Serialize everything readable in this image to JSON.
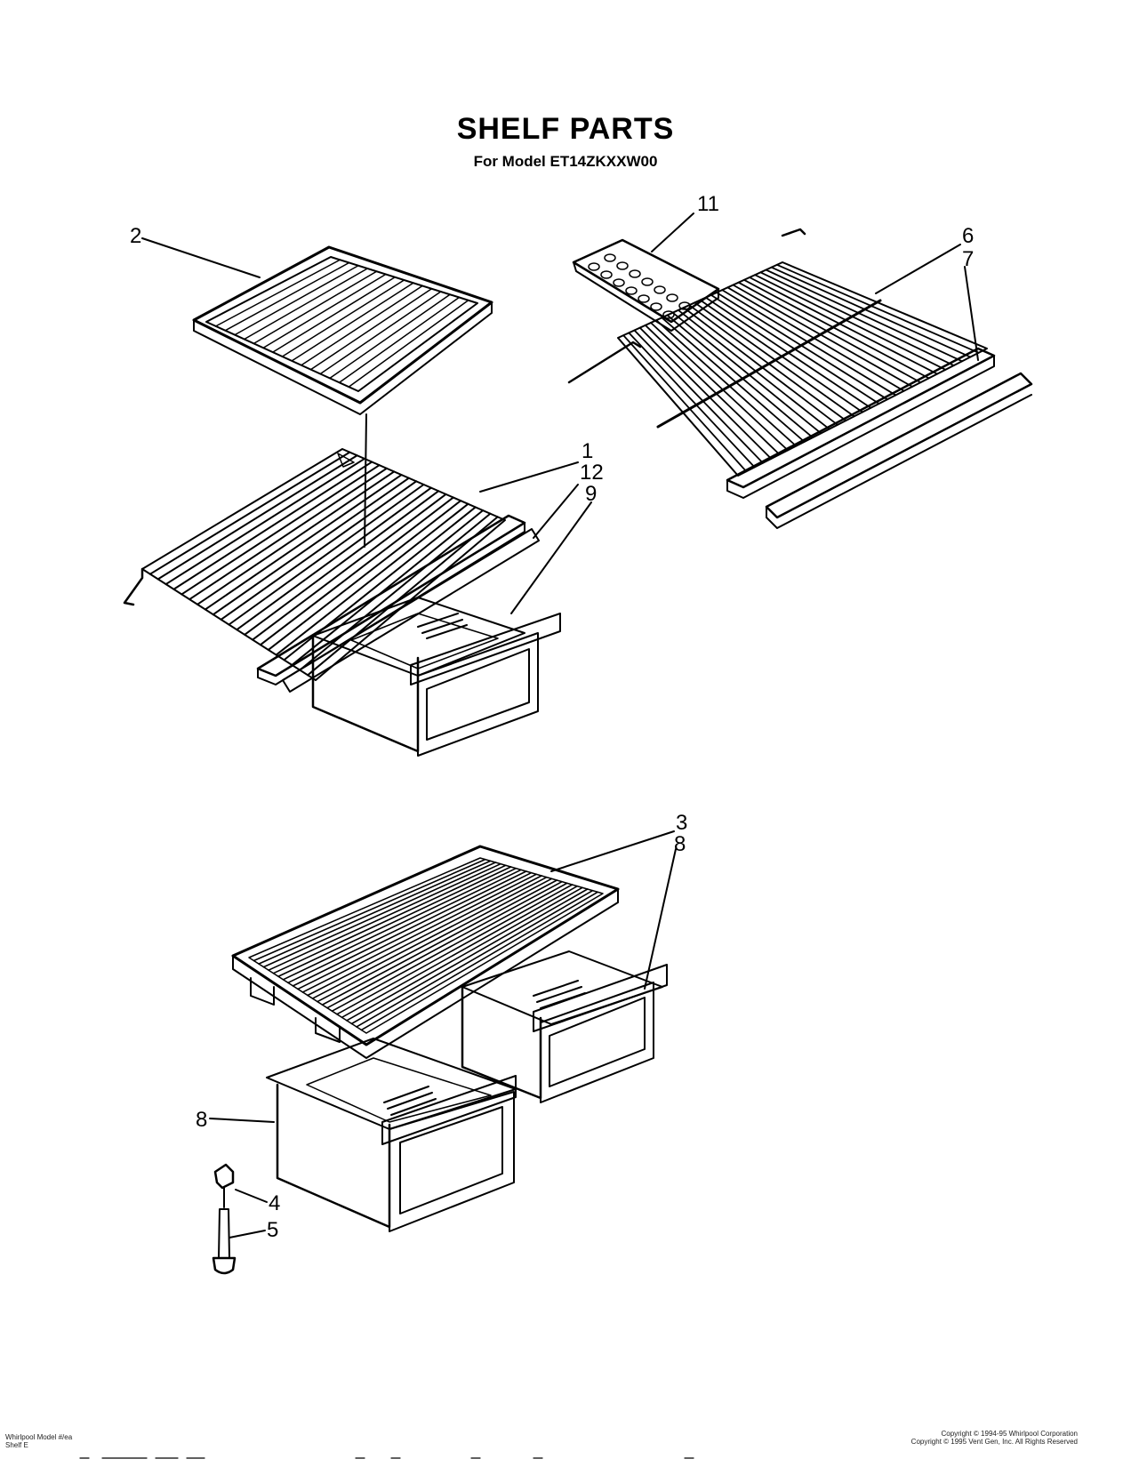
{
  "header": {
    "title": "SHELF PARTS",
    "subtitle": "For Model ET14ZKXXW00"
  },
  "callouts": [
    "11",
    "2",
    "6",
    "7",
    "1",
    "12",
    "9",
    "3",
    "8",
    "8",
    "4",
    "5"
  ],
  "footer": {
    "left_line1": "Whirlpool Model #/ea",
    "left_line2": "Shelf E",
    "right_line1": "Copyright © 1994-95 Whirlpool Corporation",
    "right_line2": "Copyright © 1995 Vent Gen, Inc. All Rights Reserved"
  }
}
